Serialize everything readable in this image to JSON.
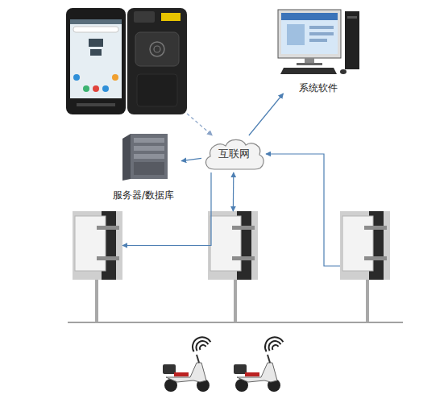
{
  "diagram": {
    "nodes": [
      {
        "text": []
      },
      {
        "text": [
          "系统软件"
        ]
      },
      {
        "text": [
          "服务器/数据库"
        ]
      },
      {
        "text": [
          "互联网"
        ]
      },
      {
        "text": []
      },
      {
        "text": []
      },
      {
        "text": []
      }
    ],
    "edges": [
      {
        "from": 0,
        "to": 3,
        "arrow": "to"
      },
      {
        "from": 3,
        "to": 1,
        "arrow": "to"
      },
      {
        "from": 3,
        "to": 2,
        "arrow": "to"
      },
      {
        "from": 3,
        "to": 5,
        "arrow": "both"
      },
      {
        "from": 3,
        "to": 4,
        "arrow": "to"
      },
      {
        "from": 6,
        "to": 3,
        "arrow": "to"
      }
    ]
  }
}
